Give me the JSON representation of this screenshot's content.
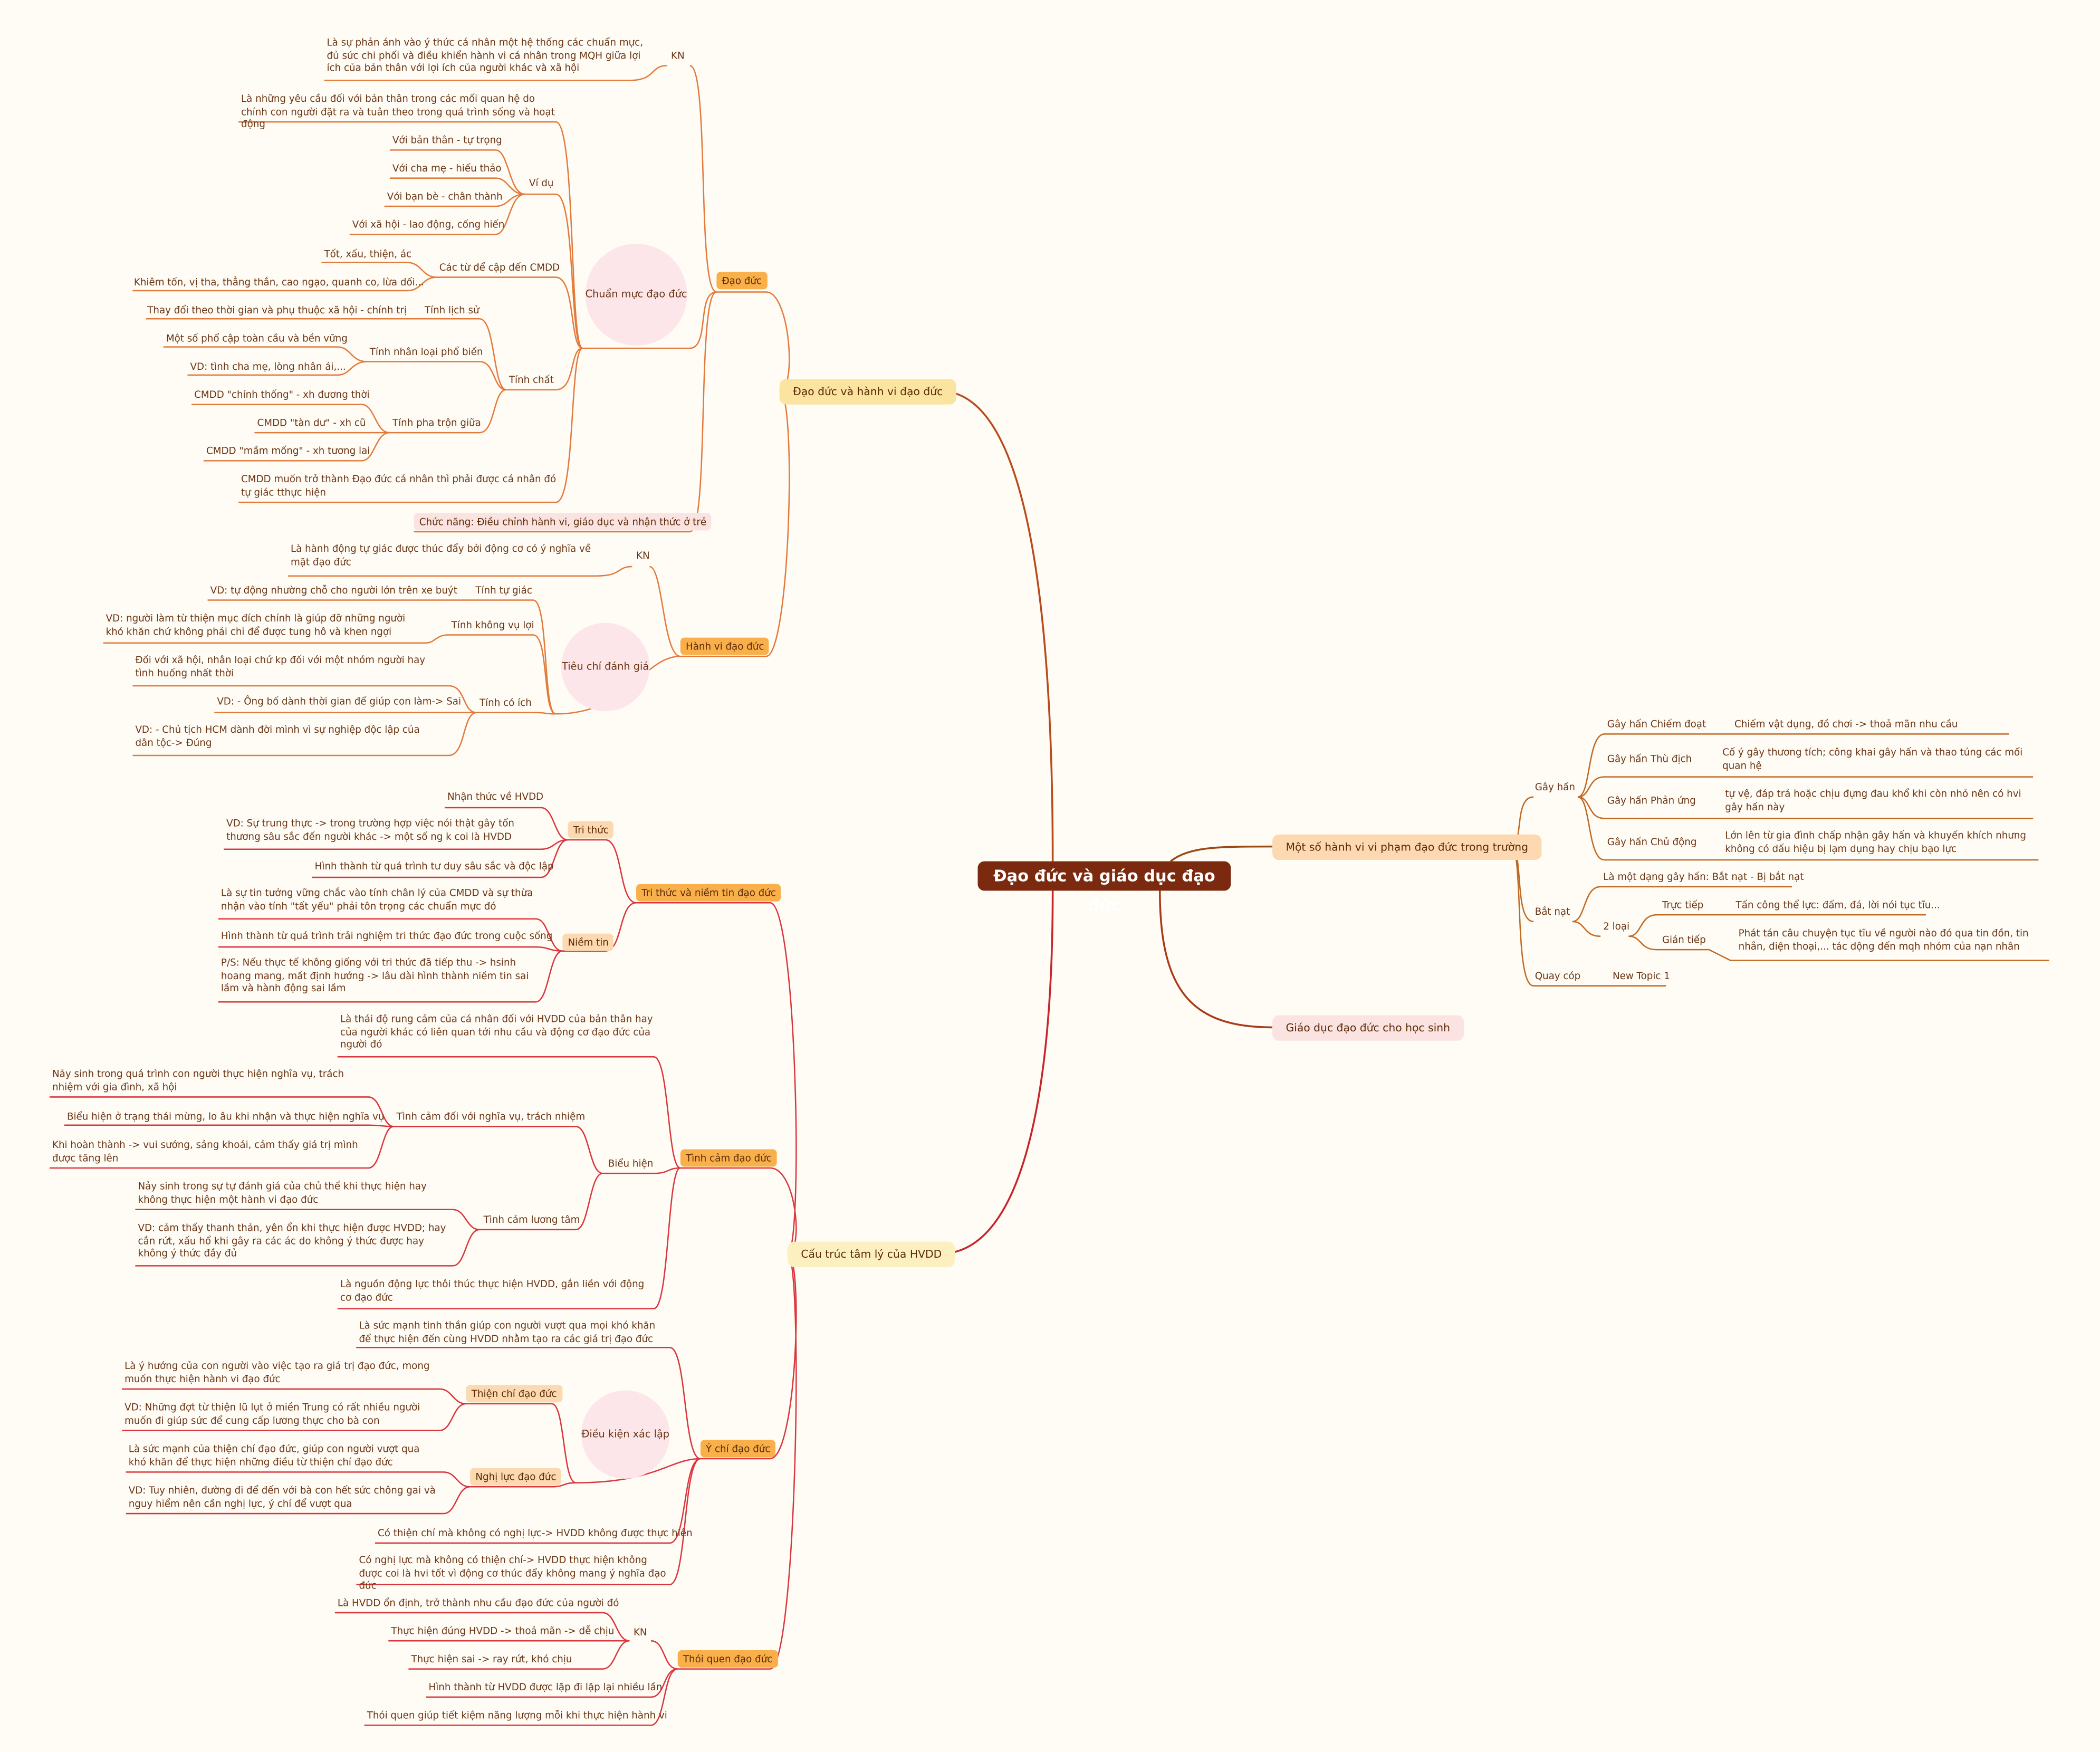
{
  "central": "Đạo đức và giáo dục đạo đức",
  "dd": {
    "root": "Đạo đức và hành vi đạo đức",
    "daoduc": {
      "label": "Đạo đức",
      "kn_label": "KN",
      "kn_text": "Là sự phản ánh vào ý thức cá nhân một hệ thống các chuẩn mực, đủ sức chi phối và điều khiển hành vi cá nhân trong MQH giữa lợi ích của bản thân với lợi ích của người khác và xã hội",
      "chuan_muc": {
        "label": "Chuẩn mực đạo đức",
        "def": "Là những yêu cầu đối với bản thân trong các mối quan hệ do chính con người đặt ra và tuân theo trong quá trình sống và hoạt động",
        "vidu_label": "Ví dụ",
        "vidu": [
          "Với bản thân - tự trọng",
          "Với cha mẹ - hiếu thảo",
          "Với bạn bè - chân thành",
          "Với xã hội - lao động, cống hiến"
        ],
        "cactu_label": "Các từ để cập đến CMDD",
        "cactu": [
          "Tốt, xấu, thiện, ác",
          "Khiêm tốn, vị tha, thẳng thắn, cao ngạo, quanh co, lừa dối..."
        ],
        "tinhchat_label": "Tính chất",
        "lichsu_label": "Tính lịch sử",
        "lichsu_text": "Thay đổi theo thời gian và phụ thuộc xã hội - chính trị",
        "nhanloai_label": "Tính nhân loại phổ biến",
        "nhanloai": [
          "Một số phổ cập toàn cầu và bền vững",
          "VD: tình cha mẹ, lòng nhân ái,..."
        ],
        "phatron_label": "Tính pha trộn giữa",
        "phatron": [
          "CMDD \"chính thống\" - xh đương thời",
          "CMDD \"tàn dư\" - xh cũ",
          "CMDD \"mầm mống\" - xh tương lai"
        ],
        "muon": "CMDD muốn trở thành Đạo đức cá nhân thì phải được cá nhân đó tự giác tthực hiện"
      },
      "chucnang": "Chức năng: Điều chỉnh hành vi, giáo dục và nhận thức ở trẻ"
    },
    "hanhvi": {
      "label": "Hành vi đạo đức",
      "kn_label": "KN",
      "kn_text": "Là hành động tự giác được thúc đẩy bởi động cơ có ý nghĩa về mặt đạo đức",
      "tieuchi_label": "Tiêu chí đánh giá",
      "tugiac_label": "Tính tự giác",
      "tugiac_text": "VD: tự động nhường chỗ cho người lớn trên xe buýt",
      "khongvuloi_label": "Tính không vụ lợi",
      "khongvuloi_text": "VD: người làm từ thiện mục đích chính là giúp đỡ những người khó khăn chứ không phải chỉ để được tung hô và khen ngợi",
      "coich_label": "Tính có ích",
      "coich": [
        "Đối với xã hội, nhân loại chứ kp đối với một nhóm người hay tình huống nhất thời",
        "VD: - Ông bố dành thời gian để giúp con làm-> Sai",
        "VD: - Chủ tịch HCM dành đời mình vì sự nghiệp độc lập của dân tộc-> Đúng"
      ]
    }
  },
  "ct": {
    "root": "Cấu trúc tâm lý của HVDD",
    "trithuc": {
      "label": "Tri thức và niềm tin đạo đức",
      "tt_label": "Tri thức",
      "tt": [
        "Nhận thức về HVDD",
        "VD: Sự trung thực -> trong trường hợp việc nói thật gây tổn thương sâu sắc đến người khác -> một số ng k coi là HVDD",
        "Hình thành từ quá trình tư duy sâu sắc và độc lập"
      ],
      "nt_label": "Niềm tin",
      "nt": [
        "Là sự tin tưởng vững chắc vào tính chân lý của CMDD và sự thừa nhận vào tính \"tất yếu\" phải tôn trọng các chuẩn mực đó",
        "Hình thành từ quá trình trải nghiệm tri thức đạo đức trong cuộc sống",
        "P/S: Nếu thực tế không giống với tri thức đã tiếp thu -> hsinh hoang mang, mất định hướng -> lâu dài hình thành niềm tin sai lầm và hành động sai lầm"
      ]
    },
    "tinhcam": {
      "label": "Tình cảm đạo đức",
      "def": "Là thái độ rung cảm của cá nhân đối với HVDD của bản thân hay của người khác có liên quan tới nhu cầu và động cơ đạo đức của người đó",
      "bieuhien_label": "Biểu hiện",
      "nghiavu_label": "Tình cảm đối với nghĩa vụ, trách nhiệm",
      "nghiavu": [
        "Nảy sinh trong quá trình con người thực hiện nghĩa vụ, trách nhiệm với gia đình, xã hội",
        "Biểu hiện ở trạng thái mừng, lo âu khi nhận và thực hiện nghĩa vụ",
        "Khi hoàn thành -> vui sướng, sảng khoái, cảm thấy giá trị mình được tăng lên"
      ],
      "luongtam_label": "Tình cảm lương tâm",
      "luongtam": [
        "Nảy sinh trong sự tự đánh giá của chủ thể khi thực hiện hay không thực hiện một hành vi đạo đức",
        "VD: cảm thấy thanh thản, yên ổn khi thực hiện được HVDD; hay cắn rứt, xấu hổ khi gây ra các ác do không ý thức được hay không ý thức đầy đủ"
      ],
      "nguon": "Là nguồn động lực thôi thúc thực hiện HVDD, gắn liền với động cơ đạo đức"
    },
    "ychi": {
      "label": "Ý chí đạo đức",
      "def": "Là sức mạnh tinh thần giúp con người vượt qua mọi khó khăn để thực hiện đến cùng HVDD nhằm tạo ra các giá trị đạo đức",
      "dieukien_label": "Điều kiện xác lập",
      "thienchi_label": "Thiện chí đạo đức",
      "thienchi": [
        "Là ý hướng của con người vào việc tạo ra giá trị đạo đức, mong muốn thực hiện hành vi đạo đức",
        "VD: Những đợt từ thiện lũ lụt ở miền Trung có rất nhiều người muốn đi giúp sức để cung cấp lương thực cho bà con"
      ],
      "nghiluc_label": "Nghị lực đạo đức",
      "nghiluc": [
        "Là sức mạnh của thiện chí đạo đức, giúp con người vượt qua khó khăn để thực hiện những điều từ thiện chí đạo đức",
        "VD: Tuy nhiên, đường đi để đến với bà con hết sức chông gai và nguy hiểm nên cần nghị lực, ý chí để vượt qua"
      ],
      "co1": "Có thiện chí mà không có nghị lực-> HVDD không được thực hiện",
      "co2": "Có nghị lực mà không có thiện chí-> HVDD thực hiện không được coi là hvi tốt vì động cơ thúc đẩy không mang ý nghĩa đạo đức"
    },
    "thoiquen": {
      "label": "Thói quen đạo đức",
      "kn_label": "KN",
      "kn": [
        "Là HVDD ổn định, trở thành nhu cầu đạo đức của người đó",
        "Thực hiện đúng HVDD -> thoả mãn -> dễ chịu",
        "Thực hiện sai -> ray rứt, khó chịu"
      ],
      "hinhthanh": "Hình thành từ HVDD được lặp đi lặp lại nhiều lần",
      "tietkiem": "Thói quen giúp tiết kiệm năng lượng mỗi khi thực hiện hành vi"
    }
  },
  "vp": {
    "root": "Một số hành vi vi phạm đạo đức trong trường",
    "gayhan_label": "Gây hấn",
    "gayhan": [
      {
        "label": "Gây hấn Chiếm đoạt",
        "text": "Chiếm vật dụng, đồ chơi -> thoả mãn nhu cầu"
      },
      {
        "label": "Gây hấn Thù địch",
        "text": "Cố ý gây thương tích; công khai gây hấn và thao túng các mối quan hệ"
      },
      {
        "label": "Gây hấn Phản ứng",
        "text": "tự vệ, đáp trả hoặc chịu đựng đau khổ khi còn nhỏ nên có hvi gây hấn này"
      },
      {
        "label": "Gây hấn Chủ động",
        "text": "Lớn lên từ gia đình chấp nhận gây hấn và khuyến khích nhưng không có dấu hiệu bị lạm dụng hay chịu bạo lực"
      }
    ],
    "batnat_label": "Bắt nạt",
    "batnat_def": "Là một dạng gây hấn: Bắt nạt - Bị bắt nạt",
    "hailoai_label": "2 loại",
    "tructiep_label": "Trực tiếp",
    "tructiep_text": "Tấn công thể lực: đấm, đá, lời nói tục tĩu...",
    "giantiep_label": "Gián tiếp",
    "giantiep_text": "Phát tán câu chuyện tục tĩu về người nào đó qua tin đồn, tin nhắn, điện thoại,... tác động đến mqh nhóm của nạn nhân",
    "quaycop_label": "Quay cóp",
    "newtopic": "New Topic 1"
  },
  "gd": {
    "root": "Giáo dục đạo đức cho học sinh"
  },
  "colors": {
    "background": "#fffcf5",
    "central": "#7b2a0f",
    "branch_upper": "#e07030",
    "branch_lower": "#d9363e",
    "branch_right": "#a8500f",
    "chip_orange": "#fab04a",
    "chip_peach": "#fcd9b0",
    "chip_yellow": "#fbe4a0",
    "circle": "#fde6ea"
  }
}
